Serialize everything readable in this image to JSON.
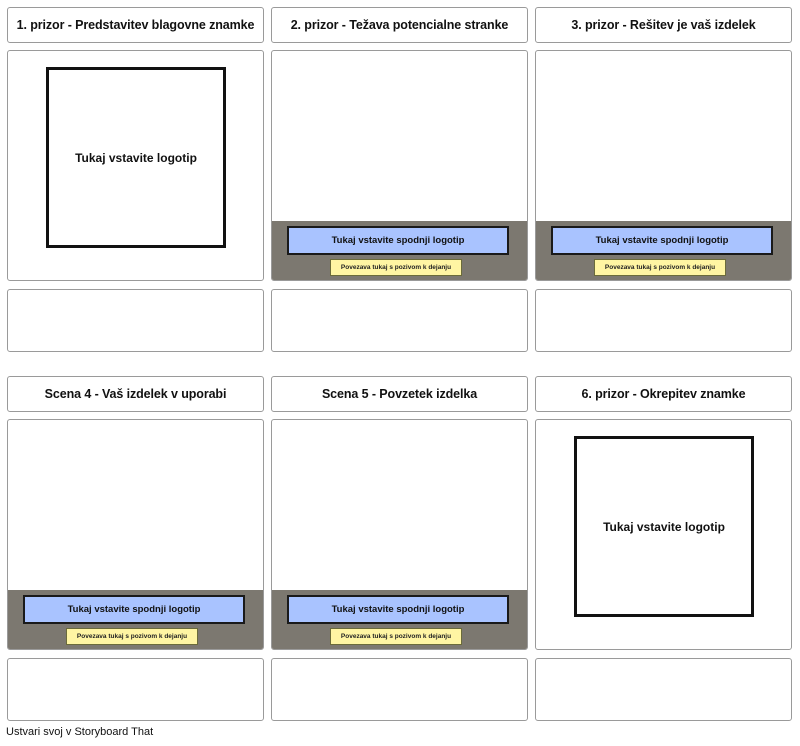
{
  "scenes": [
    {
      "title": "1. prizor - Predstavitev blagovne znamke",
      "type": "logo",
      "logo_text": "Tukaj vstavite logotip"
    },
    {
      "title": "2. prizor - Težava potencialne stranke",
      "type": "lower",
      "lower_logo_text": "Tukaj vstavite spodnji logotip",
      "cta_text": "Povezava tukaj s pozivom k dejanju"
    },
    {
      "title": "3. prizor - Rešitev je vaš izdelek",
      "type": "lower",
      "lower_logo_text": "Tukaj vstavite spodnji logotip",
      "cta_text": "Povezava tukaj s pozivom k dejanju"
    },
    {
      "title": "Scena 4 - Vaš izdelek v uporabi",
      "type": "lower",
      "lower_logo_text": "Tukaj vstavite spodnji logotip",
      "cta_text": "Povezava tukaj s pozivom k dejanju"
    },
    {
      "title": "Scena 5 - Povzetek izdelka",
      "type": "lower",
      "lower_logo_text": "Tukaj vstavite spodnji logotip",
      "cta_text": "Povezava tukaj s pozivom k dejanju"
    },
    {
      "title": "6. prizor - Okrepitev znamke",
      "type": "logo",
      "logo_text": "Tukaj vstavite logotip"
    }
  ],
  "footer": {
    "text": "Ustvari svoj v Storyboard That"
  },
  "colors": {
    "lower_bar": "#7c7870",
    "lower_logo": "#a9c3ff",
    "cta": "#fff5a3",
    "border": "#9a9a9a"
  }
}
